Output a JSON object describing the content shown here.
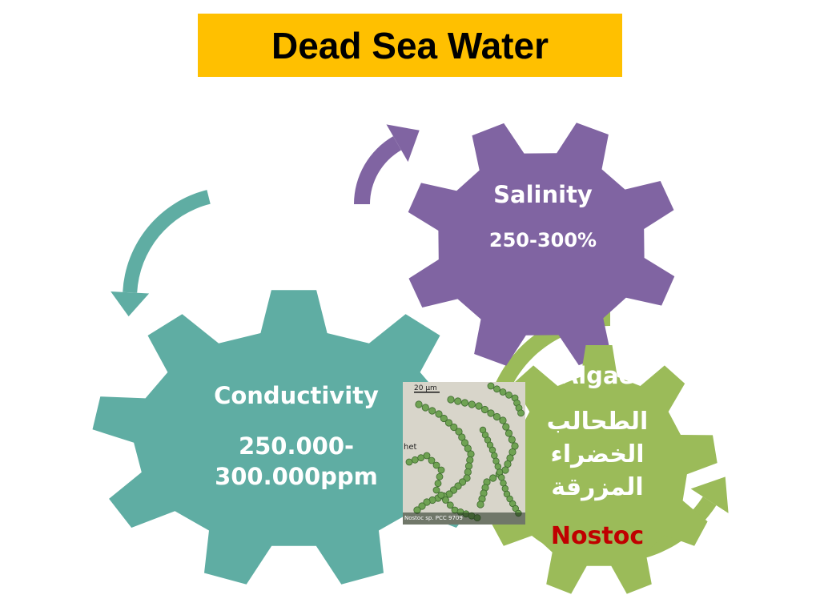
{
  "title": "Dead Sea Water",
  "colors": {
    "title_bg": "#FFC000",
    "salinity_gear": "#8064A2",
    "conductivity_gear": "#5FADA3",
    "algae_gear": "#9BBB59",
    "nostoc_text": "#C00000",
    "label_text": "#FFFFFF"
  },
  "gears": {
    "salinity": {
      "title": "Salinity",
      "value": "250-300%"
    },
    "conductivity": {
      "title": "Conductivity",
      "value": "250.000-\n300.000ppm"
    },
    "algae": {
      "title": "Algae",
      "arabic": "الطحالب\nالخضراء\nالمزرقة",
      "latin": "Nostoc"
    }
  },
  "photo": {
    "scale_bar": "20 µm",
    "label": "het",
    "caption": "Nostoc sp. PCC 9709"
  }
}
